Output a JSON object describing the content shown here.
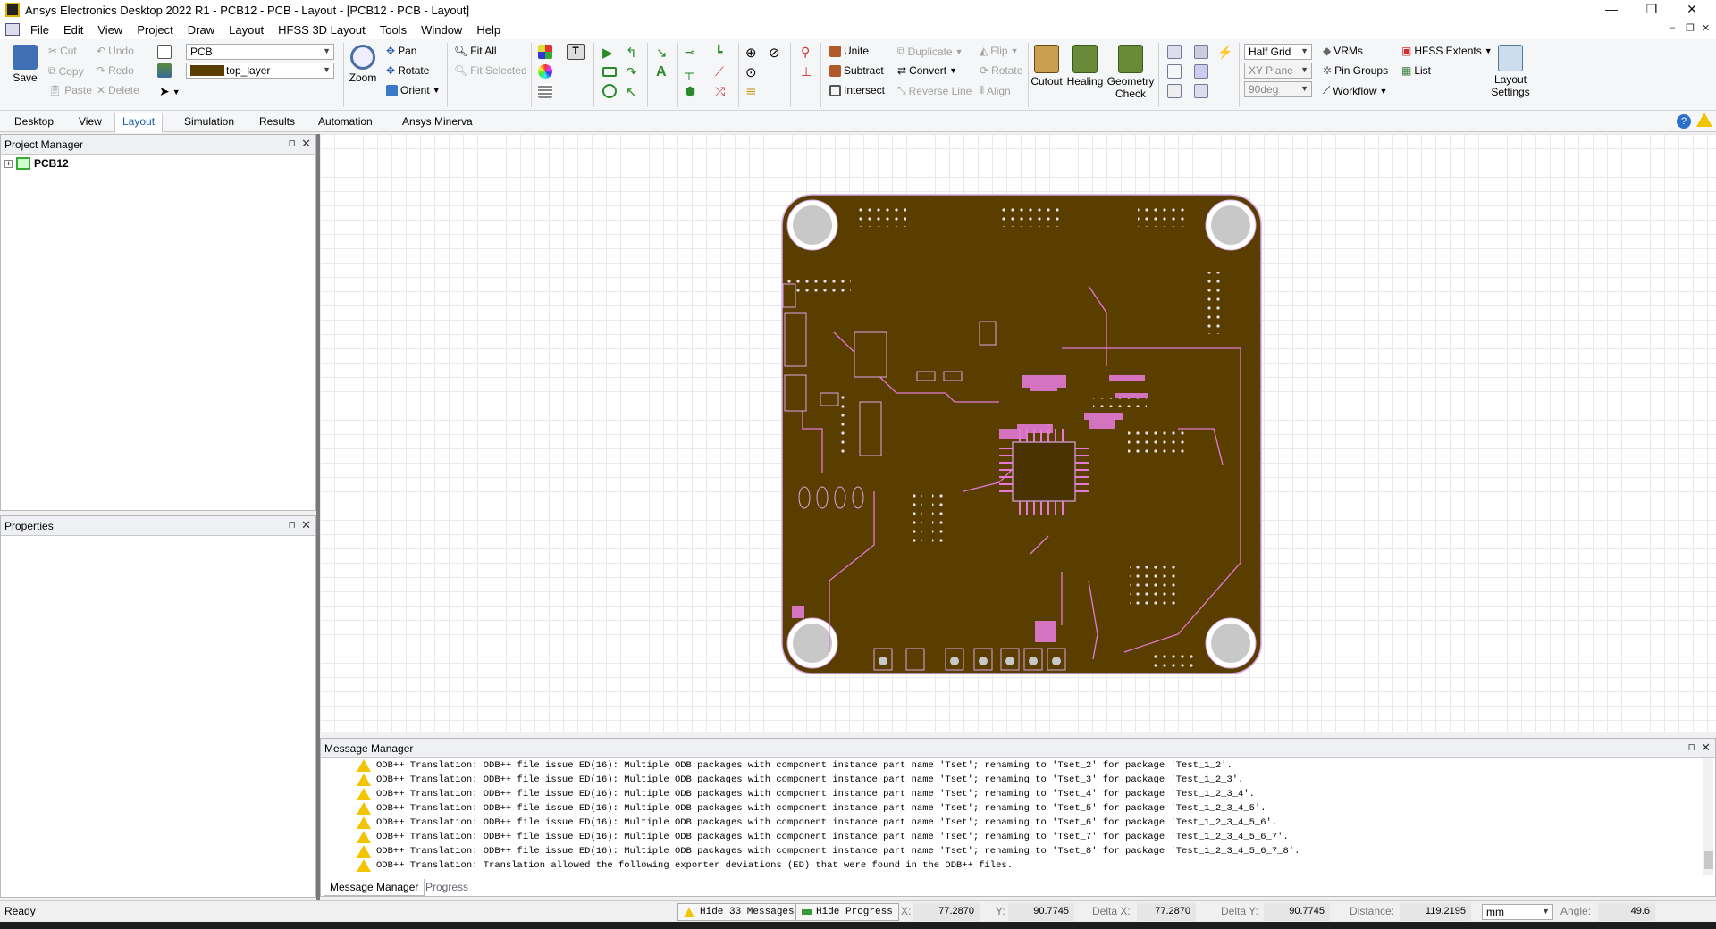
{
  "titlebar": {
    "title": "Ansys Electronics Desktop 2022 R1 - PCB12 - PCB - Layout - [PCB12 - PCB - Layout]"
  },
  "window_controls": {
    "minimize": "—",
    "maximize": "❐",
    "close": "✕"
  },
  "menu": [
    "File",
    "Edit",
    "View",
    "Project",
    "Draw",
    "Layout",
    "HFSS 3D Layout",
    "Tools",
    "Window",
    "Help"
  ],
  "ribbon": {
    "save": "Save",
    "clipboard": {
      "cut": "Cut",
      "copy": "Copy",
      "paste": "Paste",
      "undo": "Undo",
      "redo": "Redo",
      "delete": "Delete"
    },
    "design_select": "PCB",
    "layer_select": "top_layer",
    "zoom": "Zoom",
    "pan": "Pan",
    "rotate": "Rotate",
    "orient": "Orient",
    "fit_all": "Fit All",
    "fit_selected": "Fit Selected",
    "unite": "Unite",
    "subtract": "Subtract",
    "intersect": "Intersect",
    "duplicate": "Duplicate",
    "convert": "Convert",
    "reverse_line": "Reverse Line",
    "flip": "Flip",
    "rotate2": "Rotate",
    "align": "Align",
    "cutout": "Cutout",
    "healing": "Healing",
    "geometry_check": "Geometry Check",
    "grid": "Half Grid",
    "plane": "XY Plane",
    "angle": "90deg",
    "vrms": "VRMs",
    "pin_groups": "Pin Groups",
    "workflow": "Workflow",
    "hfss_extents": "HFSS Extents",
    "list": "List",
    "layout_settings": "Layout Settings"
  },
  "tabs": [
    "Desktop",
    "View",
    "Layout",
    "Simulation",
    "Results",
    "Automation",
    "Ansys Minerva"
  ],
  "active_tab": "Layout",
  "project_manager": {
    "title": "Project Manager",
    "root": "PCB12"
  },
  "properties": {
    "title": "Properties"
  },
  "message_manager": {
    "title": "Message Manager",
    "lines": [
      "ODB++ Translation: ODB++ file issue ED(16): Multiple ODB packages with component instance part name 'Tset'; renaming to 'Tset_2' for package 'Test_1_2'.",
      "ODB++ Translation: ODB++ file issue ED(16): Multiple ODB packages with component instance part name 'Tset'; renaming to 'Tset_3' for package 'Test_1_2_3'.",
      "ODB++ Translation: ODB++ file issue ED(16): Multiple ODB packages with component instance part name 'Tset'; renaming to 'Tset_4' for package 'Test_1_2_3_4'.",
      "ODB++ Translation: ODB++ file issue ED(16): Multiple ODB packages with component instance part name 'Tset'; renaming to 'Tset_5' for package 'Test_1_2_3_4_5'.",
      "ODB++ Translation: ODB++ file issue ED(16): Multiple ODB packages with component instance part name 'Tset'; renaming to 'Tset_6' for package 'Test_1_2_3_4_5_6'.",
      "ODB++ Translation: ODB++ file issue ED(16): Multiple ODB packages with component instance part name 'Tset'; renaming to 'Tset_7' for package 'Test_1_2_3_4_5_6_7'.",
      "ODB++ Translation: ODB++ file issue ED(16): Multiple ODB packages with component instance part name 'Tset'; renaming to 'Tset_8' for package 'Test_1_2_3_4_5_6_7_8'.",
      "ODB++ Translation: Translation allowed the following exporter deviations (ED) that were found in the ODB++ files."
    ],
    "tabs": [
      "Message Manager",
      "Progress"
    ]
  },
  "status": {
    "ready": "Ready",
    "hide_messages": "Hide 33 Messages",
    "hide_progress": "Hide Progress",
    "x_label": "X:",
    "x": "77.2870",
    "y_label": "Y:",
    "y": "90.7745",
    "dx_label": "Delta X:",
    "dx": "77.2870",
    "dy_label": "Delta Y:",
    "dy": "90.7745",
    "dist_label": "Distance:",
    "dist": "119.2195",
    "units": "mm",
    "angle_label": "Angle:",
    "angle": "49.6"
  },
  "colors": {
    "board": "#5a3e00",
    "trace_highlight": "#e27ad6",
    "outline": "#d8a8e8",
    "hole": "#c8c8c8"
  }
}
